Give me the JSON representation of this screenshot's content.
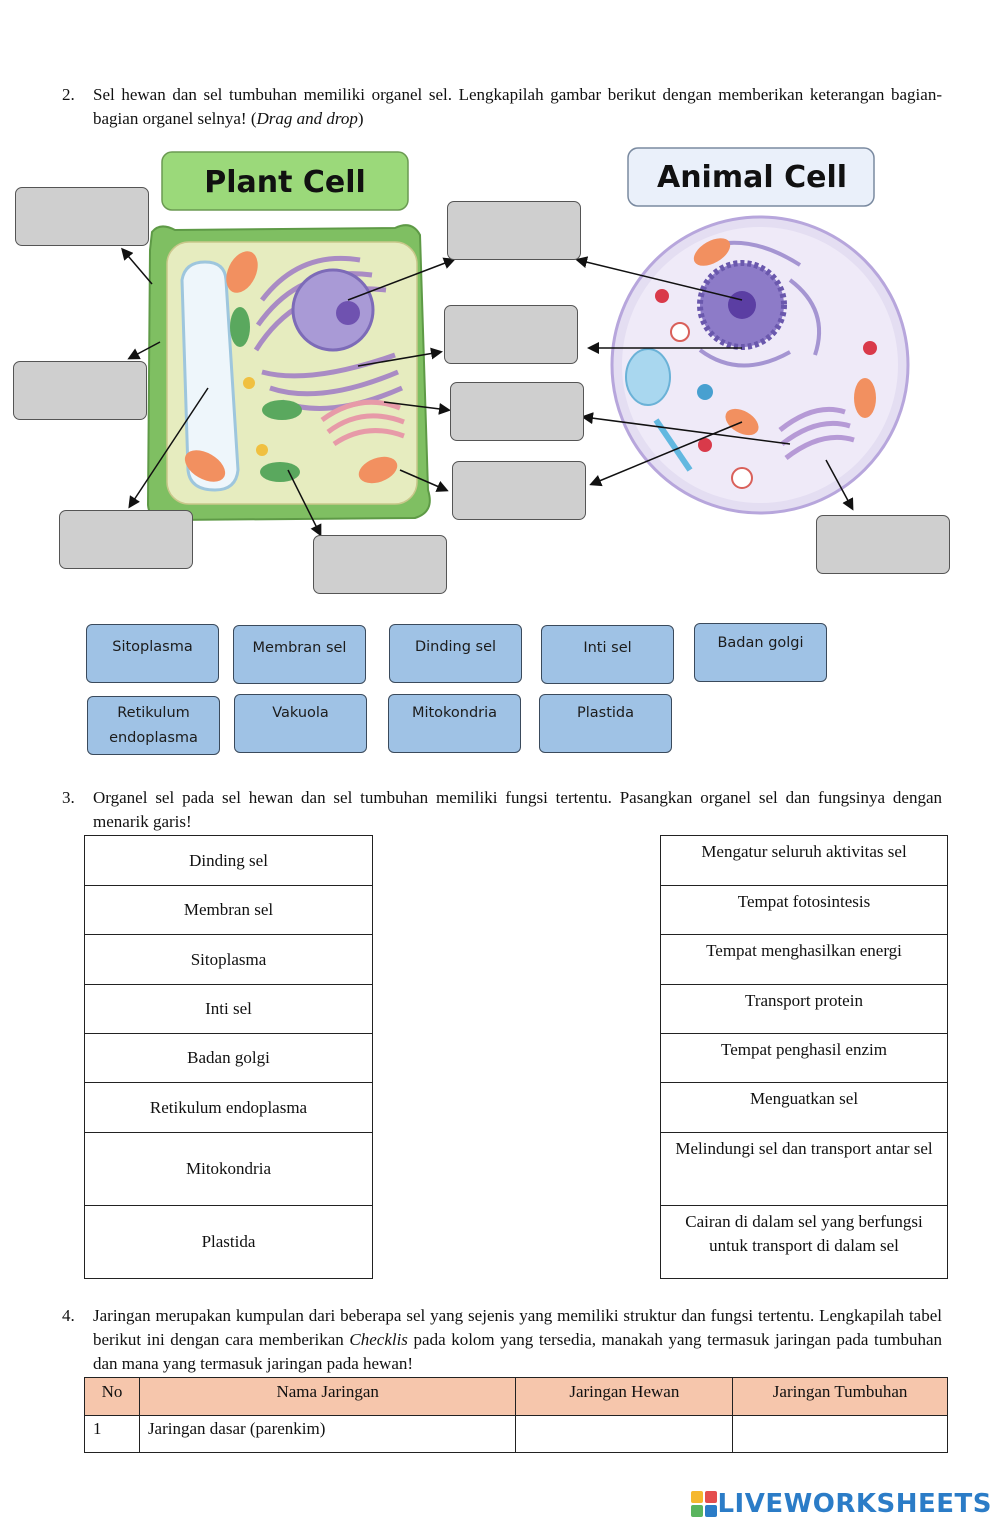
{
  "q2": {
    "number": "2.",
    "text_a": "Sel hewan dan sel tumbuhan memiliki organel sel. Lengkapilah gambar berikut dengan memberikan keterangan bagian-bagian organel selnya! (",
    "text_italic": "Drag and drop",
    "text_b": ")"
  },
  "diagram": {
    "plant_title": "Plant Cell",
    "animal_title": "Animal Cell"
  },
  "word_bank": [
    "Sitoplasma",
    "Membran sel",
    "Dinding sel",
    "Inti sel",
    "Badan golgi",
    "Retikulum endoplasma",
    "Vakuola",
    "Mitokondria",
    "Plastida"
  ],
  "q3": {
    "number": "3.",
    "text": "Organel sel pada sel hewan dan sel tumbuhan memiliki fungsi tertentu. Pasangkan organel sel dan fungsinya dengan menarik garis!",
    "organelles": [
      "Dinding sel",
      "Membran sel",
      "Sitoplasma",
      "Inti sel",
      "Badan golgi",
      "Retikulum endoplasma",
      "Mitokondria",
      "Plastida"
    ],
    "functions": [
      "Mengatur seluruh aktivitas sel",
      "Tempat fotosintesis",
      "Tempat menghasilkan energi",
      "Transport protein",
      "Tempat penghasil enzim",
      "Menguatkan sel",
      "Melindungi sel dan transport antar sel",
      "Cairan di dalam sel yang berfungsi untuk transport di dalam sel"
    ]
  },
  "q4": {
    "number": "4.",
    "text_a": "Jaringan merupakan kumpulan dari beberapa sel yang sejenis yang memiliki struktur dan fungsi tertentu. Lengkapilah tabel berikut ini dengan cara memberikan ",
    "text_italic": "Checklis",
    "text_b": " pada kolom yang tersedia, manakah yang termasuk jaringan pada tumbuhan dan mana yang termasuk jaringan pada hewan!",
    "table": {
      "headers": [
        "No",
        "Nama Jaringan",
        "Jaringan Hewan",
        "Jaringan Tumbuhan"
      ],
      "rows": [
        [
          "1",
          "Jaringan dasar (parenkim)",
          "",
          ""
        ]
      ]
    }
  },
  "brand": {
    "name": "LIVEWORKSHEETS",
    "color": "#2b7cc7"
  }
}
